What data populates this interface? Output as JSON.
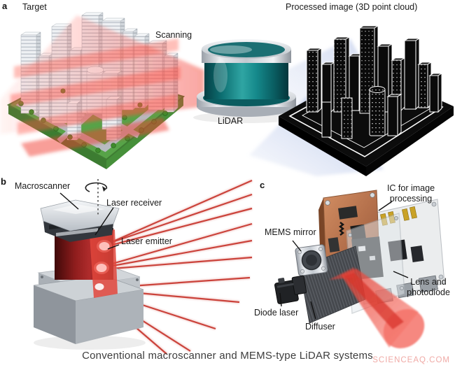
{
  "figure": {
    "caption": "Conventional macroscanner and MEMS-type LiDAR systems",
    "watermark": "SCIENCEAQ.COM"
  },
  "panel_a": {
    "id": "a",
    "labels": {
      "target": "Target",
      "scanning": "Scanning",
      "lidar": "LiDAR",
      "processed": "Processed image (3D point cloud)"
    }
  },
  "panel_b": {
    "id": "b",
    "labels": {
      "macroscanner": "Macroscanner",
      "laser_receiver": "Laser receiver",
      "laser_emitter": "Laser emitter"
    }
  },
  "panel_c": {
    "id": "c",
    "labels": {
      "ic": "IC for image processing",
      "mems": "MEMS mirror",
      "diode": "Diode laser",
      "diffuser": "Diffuser",
      "lens": "Lens and photodiode"
    }
  },
  "colors": {
    "laser_red": "#e03a30",
    "platform_green": "#57a348",
    "lidar_teal": "#15898b",
    "point_cloud_black": "#0b0b0b",
    "beam_blue": "#b9c6e8",
    "pcb_copper": "#c07a52",
    "caption_gray": "#3d3d3d",
    "watermark_pink": "#f0aaa6"
  }
}
